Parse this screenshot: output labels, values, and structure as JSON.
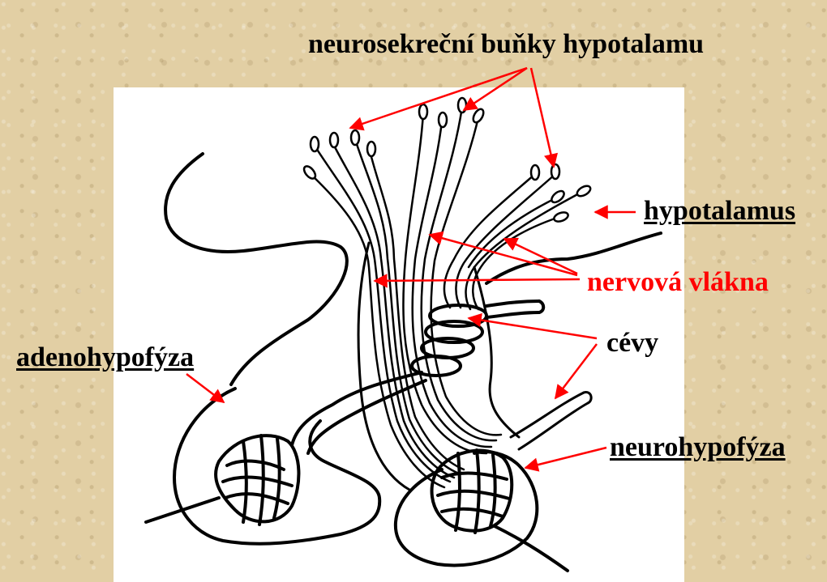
{
  "labels": {
    "neurosecretory_cells": "neurosekreční buňky hypotalamu",
    "hypothalamus": "hypotalamus",
    "nerve_fibers": "nervová vlákna",
    "vessels": "cévy",
    "adenohypophysis": "adenohypofýza",
    "neurohypophysis": "neurohypofýza"
  },
  "colors": {
    "background": "#e2cfa4",
    "panel": "#ffffff",
    "arrow": "#ff0000",
    "ink": "#000000"
  }
}
